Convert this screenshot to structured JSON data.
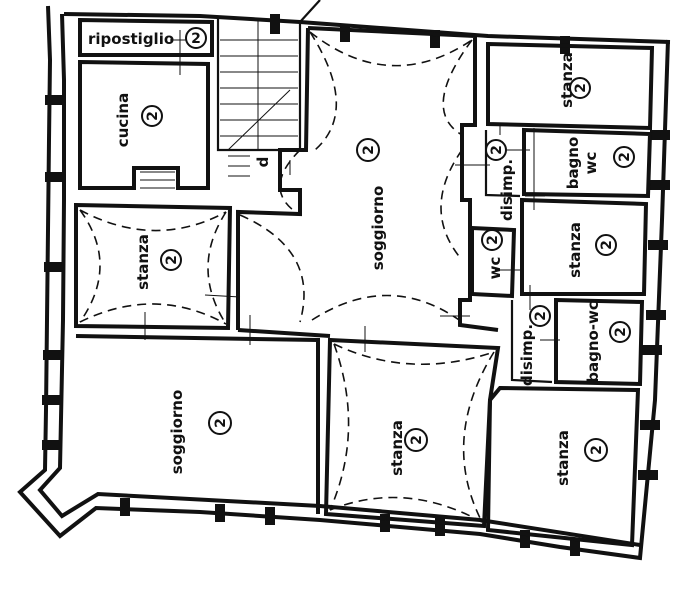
{
  "rooms": [
    {
      "id": "ripostiglio",
      "label": "ripostiglio",
      "level": "2"
    },
    {
      "id": "cucina",
      "label": "cucina",
      "level": "2"
    },
    {
      "id": "stanza-left",
      "label": "stanza",
      "level": "2"
    },
    {
      "id": "soggiorno-left",
      "label": "soggiorno",
      "level": "2"
    },
    {
      "id": "d-small",
      "label": "d",
      "level": ""
    },
    {
      "id": "soggiorno-center",
      "label": "soggiorno",
      "level": "2"
    },
    {
      "id": "stanza-center",
      "label": "stanza",
      "level": "2"
    },
    {
      "id": "stanza-tr",
      "label": "stanza",
      "level": "2"
    },
    {
      "id": "disimp-top",
      "label": "disimp.",
      "level": "2"
    },
    {
      "id": "bagno-wc",
      "label": "bagno",
      "label2": "wc",
      "level": "2"
    },
    {
      "id": "wc",
      "label": "wc",
      "level": "2"
    },
    {
      "id": "stanza-mid-right",
      "label": "stanza",
      "level": "2"
    },
    {
      "id": "disimp-bottom",
      "label": "disimp.",
      "level": "2"
    },
    {
      "id": "bagno-wc-bottom",
      "label": "bagno-wc",
      "level": "2"
    },
    {
      "id": "stanza-br",
      "label": "stanza",
      "level": "2"
    }
  ]
}
